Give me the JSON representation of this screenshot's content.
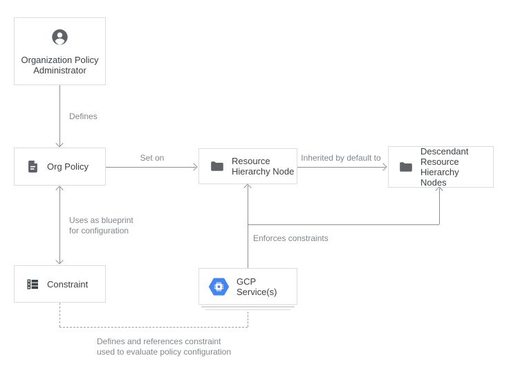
{
  "colors": {
    "box_border": "#dadce0",
    "box_text": "#3c4043",
    "edge_label_text": "#80868b",
    "line_gray": "#8a8f94",
    "dashed_gray": "#9aa0a6",
    "icon_gray": "#5f6368",
    "constraint_icon": "#3c4043",
    "gcp_blue": "#4285f4"
  },
  "nodes": {
    "admin": {
      "label": "Organization Policy\nAdministrator",
      "icon": "account-circle-icon"
    },
    "org_policy": {
      "label": "Org Policy",
      "icon": "document-icon"
    },
    "resource_node": {
      "label": "Resource\nHierarchy Node",
      "icon": "folder-icon"
    },
    "descendants": {
      "label": "Descendant\nResource Hierarchy\nNodes",
      "icon": "folder-icon"
    },
    "constraint": {
      "label": "Constraint",
      "icon": "ballot-list-icon"
    },
    "gcp_service": {
      "label": "GCP Service(s)",
      "icon": "gcp-hexagon-icon"
    }
  },
  "edges": {
    "defines": {
      "label": "Defines"
    },
    "set_on": {
      "label": "Set on"
    },
    "inherited": {
      "label": "Inherited by default to"
    },
    "blueprint": {
      "label": "Uses as blueprint\nfor configuration"
    },
    "enforces": {
      "label": "Enforces constraints"
    },
    "evaluates": {
      "label": "Defines and references constraint\nused to evaluate policy configuration"
    }
  }
}
